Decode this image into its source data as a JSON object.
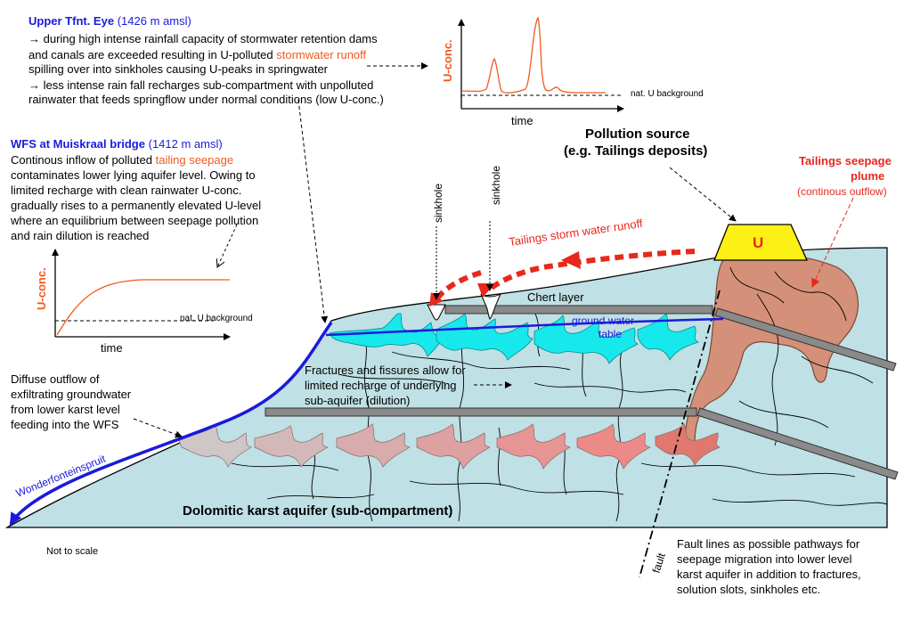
{
  "upper_eye": {
    "title": "Upper Tfnt. Eye",
    "elevation": "(1426 m amsl)",
    "line1": "→ during high intense rainfall capacity of stormwater retention dams",
    "line2a": "and canals are exceeded resulting in U-polluted ",
    "line2b": "stormwater runoff",
    "line3": "spilling over into sinkholes causing U-peaks in springwater",
    "line4": "→ less intense rain fall recharges sub-compartment with unpolluted",
    "line5": "rainwater that feeds springflow under normal conditions (low U-conc.)"
  },
  "wfs": {
    "title": "WFS at Muiskraal bridge",
    "elevation": "(1412 m amsl)",
    "line1": "Continous inflow of polluted ",
    "line1b": "tailing seepage",
    "line2": "contaminates lower lying aquifer level. Owing to",
    "line3": "limited recharge with clean rainwater U-conc.",
    "line4": "gradually rises to a permanently elevated U-level",
    "line5": "where an equilibrium between seepage pollution",
    "line6": "and rain dilution is reached"
  },
  "graph_peaks": {
    "ylabel": "U-conc.",
    "xlabel": "time",
    "baseline": "nat. U background"
  },
  "graph_rise": {
    "ylabel": "U-conc.",
    "xlabel": "time",
    "baseline": "nat. U background"
  },
  "labels": {
    "pollution_source_1": "Pollution source",
    "pollution_source_2": "(e.g. Tailings deposits)",
    "tailings_plume_1": "Tailings seepage",
    "tailings_plume_2": "plume",
    "tailings_plume_3": "(continous outflow)",
    "storm_runoff": "Tailings storm water runoff",
    "sinkhole_1": "sinkhole",
    "sinkhole_2": "sinkhole",
    "chert_layer": "Chert layer",
    "groundwater_table_1": "ground water",
    "groundwater_table_2": "table",
    "fractures_1": "Fractures and fissures allow for",
    "fractures_2": "limited recharge of underlying",
    "fractures_3": "sub-aquifer (dilution)",
    "diffuse_1": "Diffuse outflow of",
    "diffuse_2": "exfiltrating groundwater",
    "diffuse_3": "from lower karst level",
    "diffuse_4": "feeding into the WFS",
    "river": "Wonderfonteinspruit",
    "aquifer": "Dolomitic karst aquifer (sub-compartment)",
    "not_to_scale": "Not to scale",
    "fault": "fault",
    "fault_note_1": "Fault lines as possible pathways for",
    "fault_note_2": "seepage migration into lower level",
    "fault_note_3": "karst aquifer in addition to fractures,",
    "fault_note_4": "solution slots, sinkholes etc.",
    "deposit_symbol": "U"
  },
  "colors": {
    "aquifer_fill": "#bfe0e4",
    "cavity_fill": "#17e8ec",
    "plume_fill": "#d49078",
    "deposit_fill": "#fcf014",
    "river_line": "#1a1adc",
    "runoff_arrow": "#e8281c",
    "chert_fill": "#8a8a8a"
  }
}
